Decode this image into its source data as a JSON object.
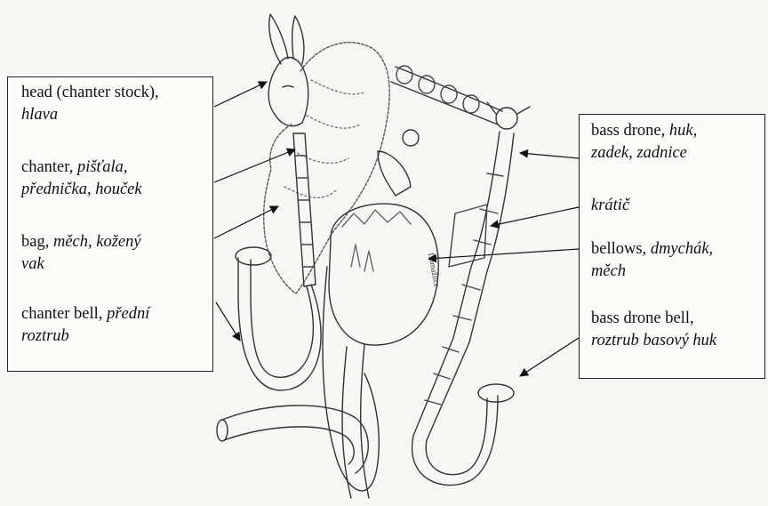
{
  "left_labels": [
    {
      "lines": [
        [
          {
            "t": "head (chanter stock),",
            "i": false
          }
        ],
        [
          {
            "t": "hlava",
            "i": true
          }
        ]
      ]
    },
    {
      "lines": [
        [
          {
            "t": "chanter, ",
            "i": false
          },
          {
            "t": "pišťala,",
            "i": true
          }
        ],
        [
          {
            "t": "přednička, houček",
            "i": true
          }
        ]
      ]
    },
    {
      "lines": [
        [
          {
            "t": "bag, ",
            "i": false
          },
          {
            "t": "měch",
            "i": true
          },
          {
            "t": ", ",
            "i": false
          },
          {
            "t": "kožený",
            "i": true
          }
        ],
        [
          {
            "t": "vak",
            "i": true
          }
        ]
      ]
    },
    {
      "lines": [
        [
          {
            "t": "chanter bell, ",
            "i": false
          },
          {
            "t": "přední",
            "i": true
          }
        ],
        [
          {
            "t": "roztrub",
            "i": true
          }
        ]
      ]
    }
  ],
  "right_labels": [
    {
      "lines": [
        [
          {
            "t": "bass drone, ",
            "i": false
          },
          {
            "t": "huk,",
            "i": true
          }
        ],
        [
          {
            "t": "zadek, zadnice",
            "i": true
          }
        ]
      ]
    },
    {
      "lines": [
        [
          {
            "t": "krátič",
            "i": true
          }
        ]
      ]
    },
    {
      "lines": [
        [
          {
            "t": "bellows, ",
            "i": false
          },
          {
            "t": "dmychák,",
            "i": true
          }
        ],
        [
          {
            "t": "měch",
            "i": true
          }
        ]
      ]
    },
    {
      "lines": [
        [
          {
            "t": "bass drone bell,",
            "i": false
          }
        ],
        [
          {
            "t": "roztrub basový huk",
            "i": true
          }
        ]
      ]
    }
  ],
  "bag_inscription": "Domažlice"
}
